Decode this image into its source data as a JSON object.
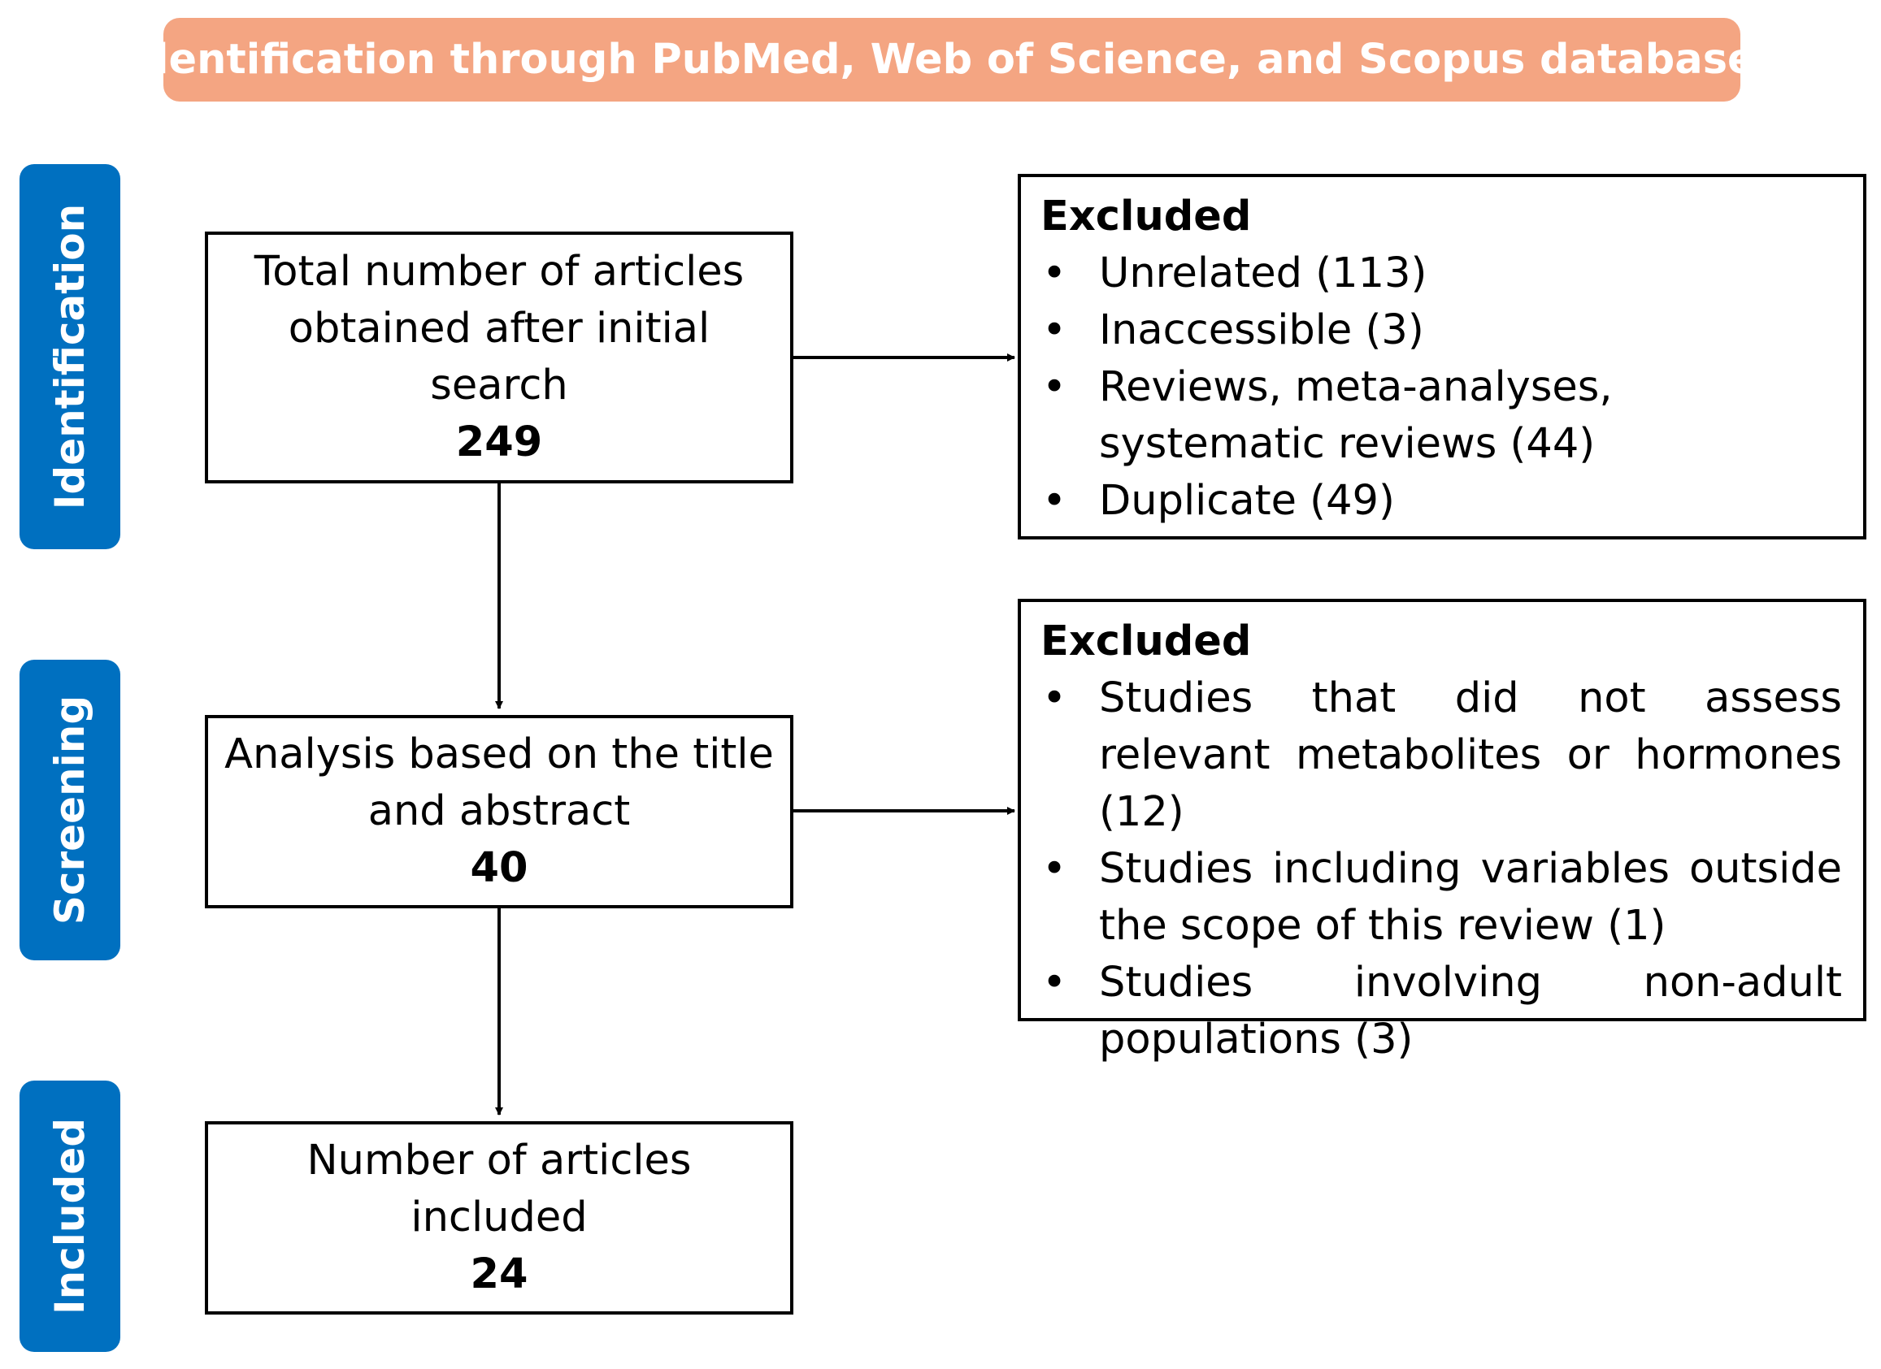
{
  "colors": {
    "banner": "#F4A582",
    "stage": "#0070C0",
    "border": "#000000"
  },
  "banner": {
    "text": "Identification through PubMed, Web of Science, and Scopus databases"
  },
  "stages": [
    {
      "label": "Identification"
    },
    {
      "label": "Screening"
    },
    {
      "label": "Included"
    }
  ],
  "flow": {
    "identification": {
      "text": "Total number of articles obtained after initial search",
      "count": "249"
    },
    "screening": {
      "text": "Analysis based on the title and abstract",
      "count": "40"
    },
    "included": {
      "text": "Number of articles included",
      "count": "24"
    }
  },
  "exclusions": [
    {
      "title": "Excluded",
      "items": [
        "Unrelated (113)",
        "Inaccessible (3)",
        "Reviews, meta-analyses, systematic reviews (44)",
        "Duplicate (49)"
      ]
    },
    {
      "title": "Excluded",
      "items": [
        "Studies that did not assess relevant metabolites or hormones (12)",
        "Studies including variables outside the scope of this review (1)",
        "Studies involving non-adult populations (3)"
      ]
    }
  ]
}
